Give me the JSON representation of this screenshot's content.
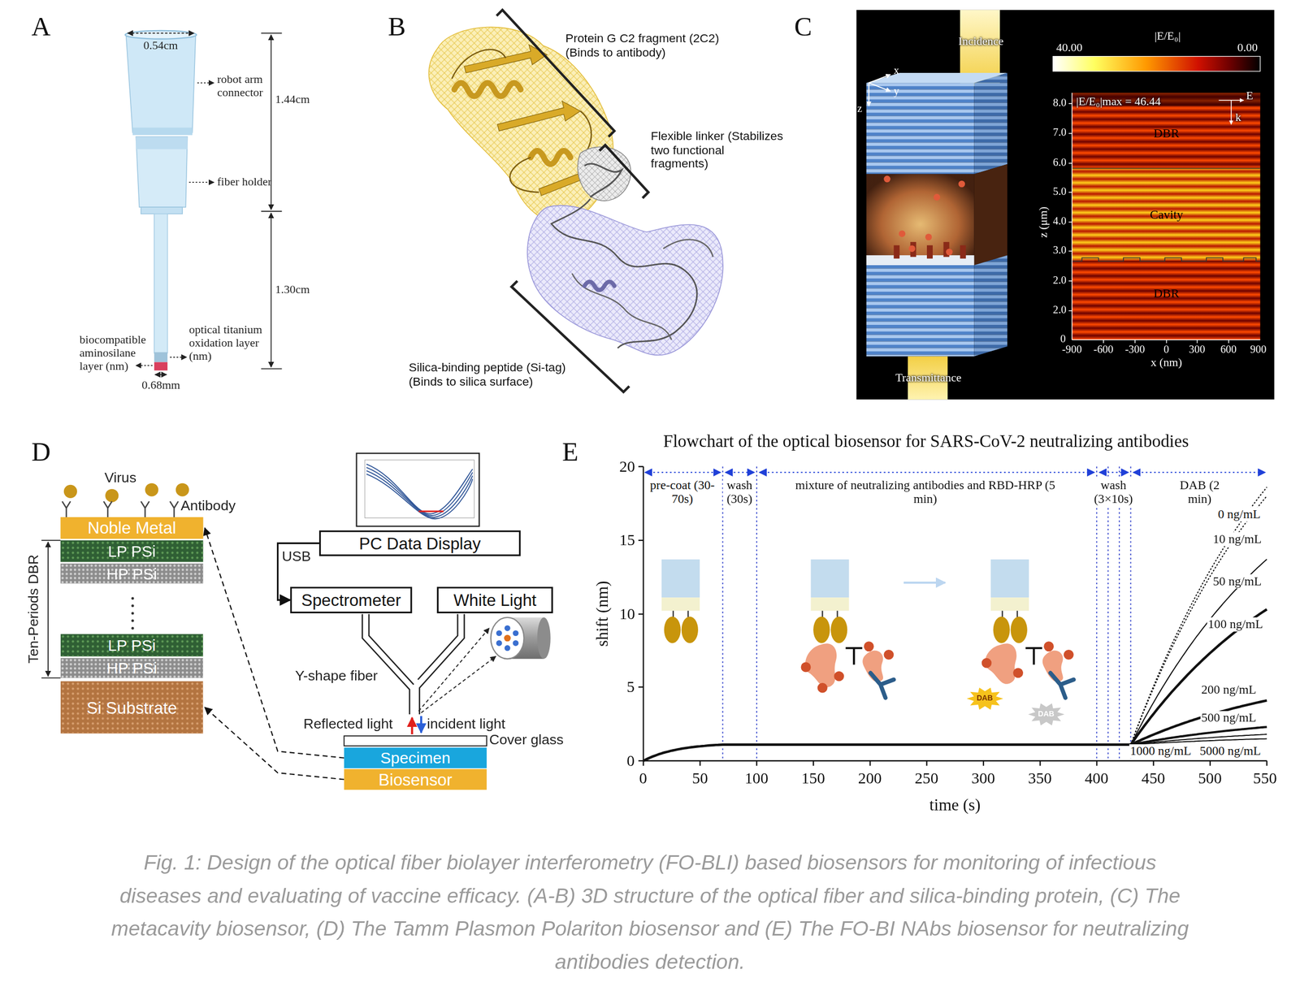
{
  "diagram": {
    "caption": "Fig. 1: Design of the optical fiber biolayer interferometry (FO-BLI) based biosensors for monitoring of infectious diseases and evaluating of vaccine efficacy. (A-B) 3D structure of the optical fiber and silica-binding protein, (C) The metacavity biosensor, (D) The Tamm Plasmon Polariton biosensor and (E) The FO-BI NAbs biosensor for neutralizing antibodies detection.",
    "nodes": [
      {
        "text": [
          "Noble Metal"
        ]
      },
      {
        "text": [
          "LP PSi"
        ]
      },
      {
        "text": [
          "HP PSi"
        ]
      },
      {
        "text": [
          "LP PSi"
        ]
      },
      {
        "text": [
          "HP PSi"
        ]
      },
      {
        "text": [
          "Si Substrate"
        ]
      },
      {
        "text": [
          "PC Data Display"
        ]
      },
      {
        "text": [
          "Spectrometer"
        ]
      },
      {
        "text": [
          "White Light"
        ]
      },
      {
        "text": [
          "Specimen"
        ]
      },
      {
        "text": [
          "Biosensor"
        ]
      }
    ],
    "edges": [
      {
        "from": 6,
        "to": 7,
        "arrow": "to",
        "label": "USB"
      },
      {
        "from": 9,
        "to": 0,
        "arrow": "to"
      },
      {
        "from": 10,
        "to": 5,
        "arrow": "to"
      }
    ],
    "labels": [
      "A",
      "B",
      "C",
      "D",
      "E",
      "0.54cm",
      "robot arm connector",
      "fiber holder",
      "1.44cm",
      "1.30cm",
      "optical titanium oxidation layer (nm)",
      "biocompatible aminosilane layer (nm)",
      "0.68mm",
      "Protein G C2 fragment (2C2) (Binds to antibody)",
      "Flexible linker (Stabilizes two functional fragments)",
      "Silica-binding peptide (Si-tag) (Binds to silica surface)",
      "Incidence",
      "x",
      "y",
      "z",
      "40.00",
      "|E/E₀|",
      "0.00",
      "|E/E₀|max = 46.44",
      "E",
      "k",
      "DBR",
      "Cavity",
      "DBR",
      "8.0",
      "7.0",
      "6.0",
      "5.0",
      "4.0",
      "3.0",
      "2.0",
      "2.0",
      "0",
      "z (μm)",
      "-900",
      "-600",
      "-300",
      "0",
      "300",
      "600",
      "900",
      "x (nm)",
      "Transmittance",
      "Virus",
      "Antibody",
      "Ten-Periods DBR",
      "Y-shape fiber",
      "Reflected light",
      "incident light",
      "Cover glass",
      "Flowchart of the optical biosensor for SARS-CoV-2 neutralizing antibodies",
      "pre-coat (30-70s)",
      "wash (30s)",
      "mixture of neutralizing antibodies and RBD-HRP (5 min)",
      "wash (3×10s)",
      "DAB (2 min)",
      "0",
      "5",
      "10",
      "15",
      "20",
      "0",
      "50",
      "100",
      "150",
      "200",
      "250",
      "300",
      "350",
      "400",
      "450",
      "500",
      "550",
      "shift (nm)",
      "time (s)",
      "0 ng/mL",
      "10 ng/mL",
      "50 ng/mL",
      "100 ng/mL",
      "200 ng/mL",
      "500 ng/mL",
      "1000 ng/mL",
      "5000 ng/mL",
      "DAB",
      "DAB"
    ]
  }
}
